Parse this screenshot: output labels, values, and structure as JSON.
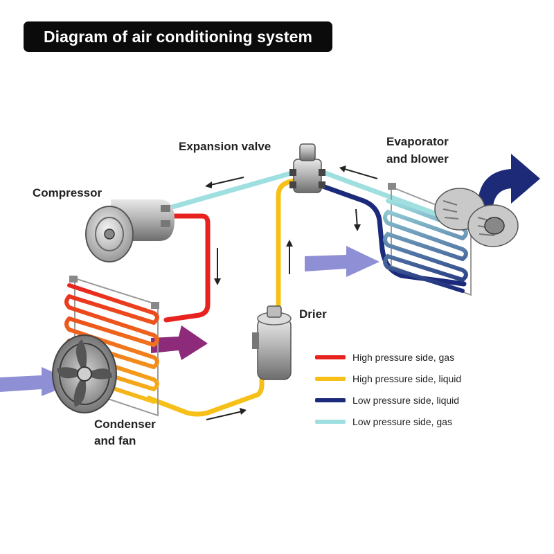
{
  "title": "Diagram of air conditioning system",
  "labels": {
    "expansion_valve": "Expansion valve",
    "evaporator_line1": "Evaporator",
    "evaporator_line2": "and blower",
    "compressor": "Compressor",
    "drier": "Drier",
    "condenser_line1": "Condenser",
    "condenser_line2": "and fan"
  },
  "legend": [
    {
      "label": "High pressure side, gas",
      "color": "#e8231f"
    },
    {
      "label": "High pressure side, liquid",
      "color": "#f7c018"
    },
    {
      "label": "Low pressure side, liquid",
      "color": "#1b2a7a"
    },
    {
      "label": "Low pressure side, gas",
      "color": "#9fdfe0"
    }
  ],
  "colors": {
    "high_gas": "#e8231f",
    "high_liquid": "#f7c018",
    "low_liquid": "#1b2a7a",
    "low_gas": "#9fdfe0",
    "air_in": "#8f8fd6",
    "air_hot": "#8e2a7a",
    "air_cold": "#1c2a78"
  }
}
